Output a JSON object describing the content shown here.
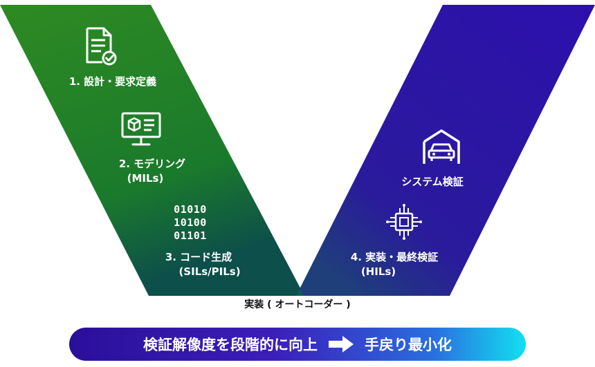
{
  "left_arm": {
    "step1": "1. 設計・要求定義",
    "step2_line1": "2. モデリング",
    "step2_line2": "(MILs)",
    "binary": [
      "01010",
      "10100",
      "01101"
    ],
    "step3_line1": "3. コード生成",
    "step3_line2": "(SILs/PILs)"
  },
  "right_arm": {
    "system_test": "システム検証",
    "step4_line1": "4. 実装・最終検証",
    "step4_line2": "(HILs)"
  },
  "bottom_label": "実装 ( オートコーダー )",
  "banner": {
    "left_text": "検証解像度を段階的に向上",
    "right_text": "手戻り最小化"
  },
  "icons": {
    "step1": "document-check-icon",
    "step2": "monitor-model-icon",
    "system_test": "car-garage-icon",
    "step4": "chip-icon",
    "banner": "arrow-right-icon"
  },
  "colors": {
    "left_top": "#2f8a24",
    "left_bottom": "#0e5a3c",
    "right_top": "#2a12a8",
    "right_bottom": "#1d2a8c",
    "banner_start": "#2a0f9a",
    "banner_end": "#12e0f0"
  }
}
